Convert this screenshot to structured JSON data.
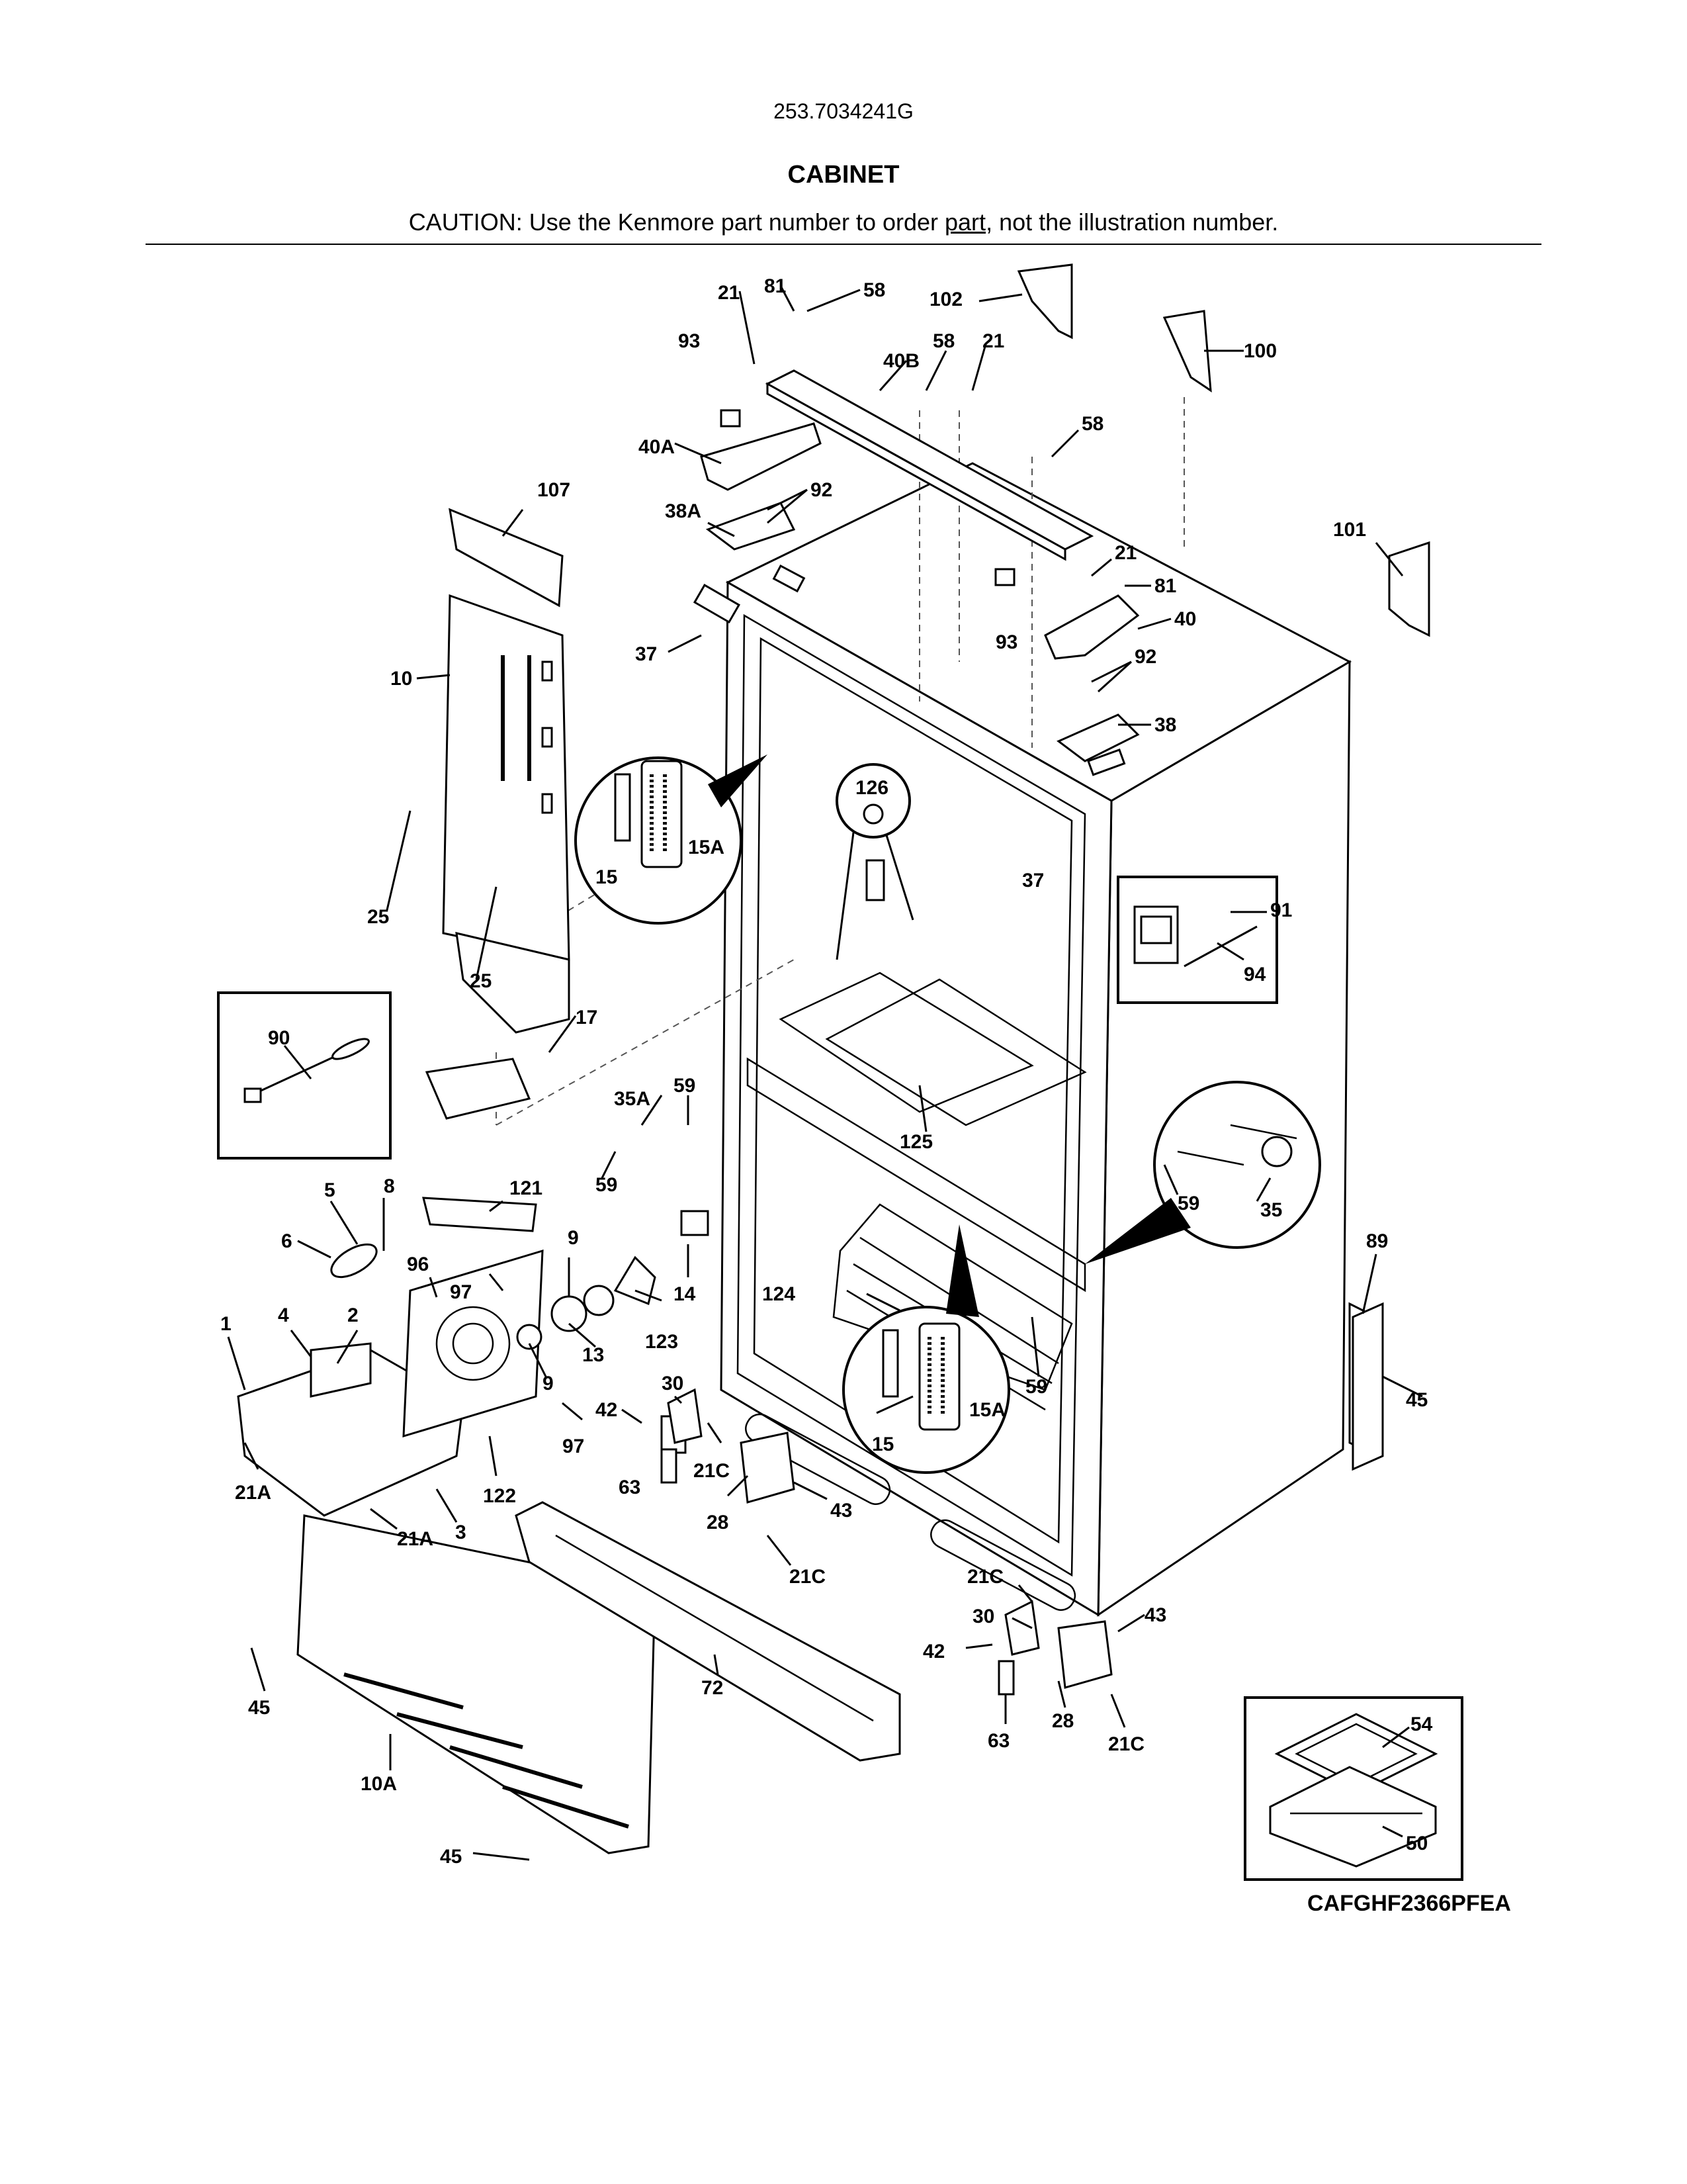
{
  "header": {
    "model_number": "253.7034241G",
    "title": "CABINET",
    "caution_prefix": "CAUTION: Use the Kenmore part number to order ",
    "caution_link": "part",
    "caution_suffix": ", not the illustration number."
  },
  "diagram": {
    "callouts": {
      "c21_top": "21",
      "c81_top": "81",
      "c58_top": "58",
      "c102": "102",
      "c93_top": "93",
      "c40B": "40B",
      "c58_mid": "58",
      "c21_mid": "21",
      "c100": "100",
      "c40A": "40A",
      "c58_right": "58",
      "c107": "107",
      "c92_left": "92",
      "c38A": "38A",
      "c101": "101",
      "c21_r": "21",
      "c81_r": "81",
      "c37_left": "37",
      "c93_mid": "93",
      "c40": "40",
      "c92_right": "92",
      "c10": "10",
      "c38": "38",
      "c126": "126",
      "c15_top": "15",
      "c15A_top": "15A",
      "c37_right": "37",
      "c91": "91",
      "c94": "94",
      "c25_a": "25",
      "c25_b": "25",
      "c17": "17",
      "c90": "90",
      "c59_a": "59",
      "c35A": "35A",
      "c125": "125",
      "c59_b": "59",
      "c59_c": "59",
      "c35": "35",
      "c5": "5",
      "c8": "8",
      "c121": "121",
      "c6": "6",
      "c9_a": "9",
      "c96": "96",
      "c89": "89",
      "c14": "14",
      "c124": "124",
      "c97_a": "97",
      "c123": "123",
      "c1": "1",
      "c4": "4",
      "c2": "2",
      "c13": "13",
      "c9_b": "9",
      "c45_r": "45",
      "c30_a": "30",
      "c59_d": "59",
      "c42_a": "42",
      "c15A_bot": "15A",
      "c97_b": "97",
      "c15_bot": "15",
      "c21C_a": "21C",
      "c63_a": "63",
      "c21A_a": "21A",
      "c122": "122",
      "c3": "3",
      "c28_a": "28",
      "c43_a": "43",
      "c21A_b": "21A",
      "c21C_b": "21C",
      "c21C_c": "21C",
      "c30_b": "30",
      "c43_b": "43",
      "c42_b": "42",
      "c72": "72",
      "c45_l": "45",
      "c28_b": "28",
      "c63_b": "63",
      "c21C_d": "21C",
      "c54": "54",
      "c10A": "10A",
      "c50": "50",
      "c45_bot": "45"
    }
  },
  "footer": {
    "diagram_code": "CAFGHF2366PFEA"
  }
}
